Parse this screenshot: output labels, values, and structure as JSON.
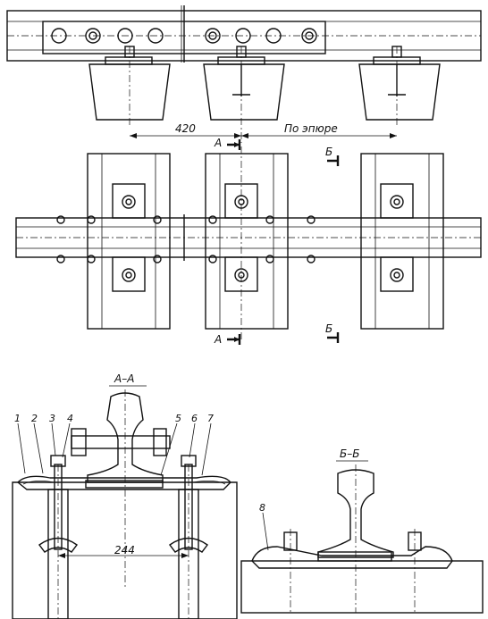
{
  "dimensions": {
    "spacing": "420",
    "by_diagram": "По эпюре",
    "gauge_width": "244"
  },
  "section_marks": {
    "a": "А",
    "b": "Б"
  },
  "section_titles": {
    "a_a": "А–А",
    "b_b": "Б–Б"
  },
  "callouts": [
    "1",
    "2",
    "3",
    "4",
    "5",
    "6",
    "7",
    "8"
  ]
}
